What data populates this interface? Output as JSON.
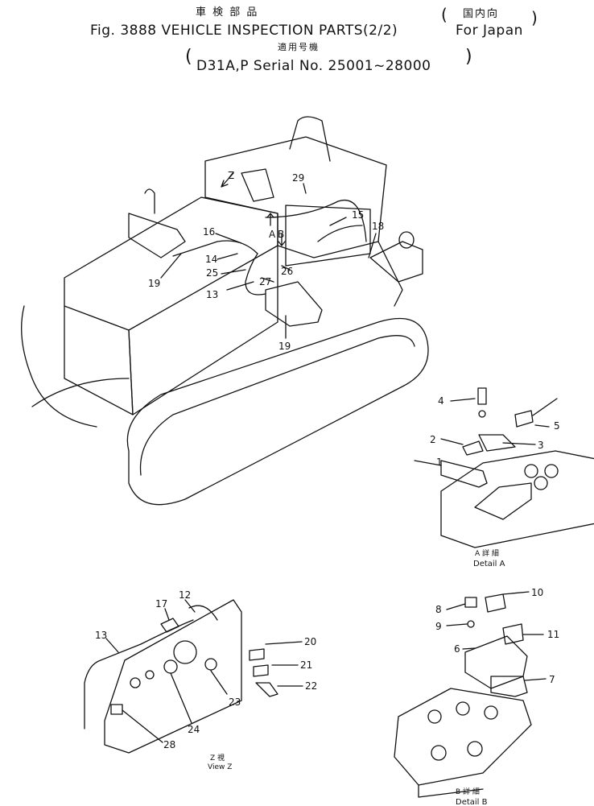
{
  "header": {
    "title_jp": "車 検 部 品",
    "country_jp": "国内向",
    "title_line": "Fig. 3888  VEHICLE INSPECTION PARTS(2/2)",
    "country_en": "For Japan",
    "applicable_jp": "適用号機",
    "serial_line": "D31A,P Serial No. 25001~28000"
  },
  "callouts": {
    "p1": "1",
    "p2": "2",
    "p3": "3",
    "p4": "4",
    "p5": "5",
    "p6": "6",
    "p7": "7",
    "p8": "8",
    "p9": "9",
    "p10": "10",
    "p11": "11",
    "p12": "12",
    "p13a": "13",
    "p13b": "13",
    "p14": "14",
    "p15": "15",
    "p16": "16",
    "p17": "17",
    "p18": "18",
    "p19a": "19",
    "p19b": "19",
    "p20": "20",
    "p21": "21",
    "p22": "22",
    "p23": "23",
    "p24": "24",
    "p25": "25",
    "p26": "26",
    "p27": "27",
    "p28": "28",
    "p29": "29",
    "view_z_mark": "Z",
    "a_mark": "A",
    "b_mark": "B"
  },
  "captions": {
    "detail_a_jp": "A 詳 細",
    "detail_a_en": "Detail A",
    "detail_b_jp": "B 詳 細",
    "detail_b_en": "Detail B",
    "view_z_jp": "Z 視",
    "view_z_en": "View Z"
  }
}
